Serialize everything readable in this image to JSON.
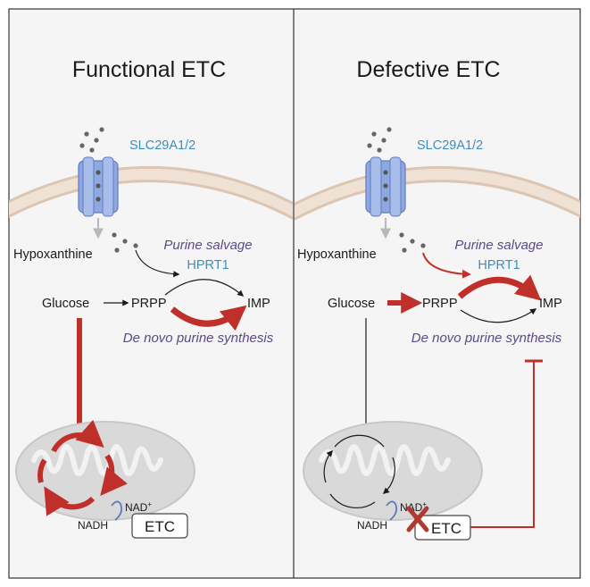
{
  "panels": [
    {
      "title": "Functional ETC",
      "transporter": "SLC29A1/2",
      "hypoxanthine": "Hypoxanthine",
      "salvage_label": "Purine salvage",
      "enzyme": "HPRT1",
      "glucose": "Glucose",
      "prpp": "PRPP",
      "imp": "IMP",
      "denovo_label": "De novo purine synthesis",
      "nad": "NAD",
      "nad_sup": "+",
      "nadh": "NADH",
      "etc_box": "ETC"
    },
    {
      "title": "Defective ETC",
      "transporter": "SLC29A1/2",
      "hypoxanthine": "Hypoxanthine",
      "salvage_label": "Purine salvage",
      "enzyme": "HPRT1",
      "glucose": "Glucose",
      "prpp": "PRPP",
      "imp": "IMP",
      "denovo_label": "De novo purine synthesis",
      "nad": "NAD",
      "nad_sup": "+",
      "nadh": "NADH",
      "etc_box": "ETC"
    }
  ],
  "colors": {
    "red_arrow": "#c0302b",
    "transporter": "#8fa8e0",
    "membrane": "#e7d4c4",
    "mito_fill": "#d9d9d9",
    "panel_bg": "#f5f5f5",
    "label_blue": "#3a8fbf",
    "label_purple": "#5b4a86"
  }
}
